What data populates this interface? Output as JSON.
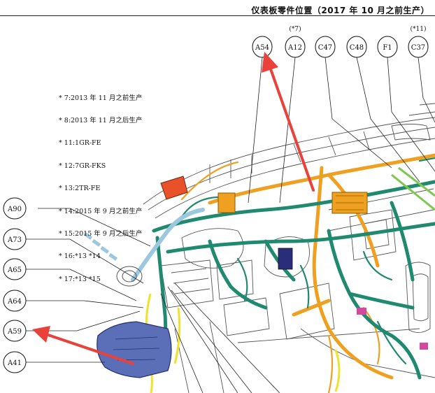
{
  "header": {
    "title": "仪表板零件位置（2017 年 10 月之前生产）"
  },
  "top_callouts": [
    {
      "id": "A54",
      "note": ""
    },
    {
      "id": "A12",
      "note": "(*7)"
    },
    {
      "id": "C47",
      "note": ""
    },
    {
      "id": "C48",
      "note": ""
    },
    {
      "id": "F1",
      "note": ""
    },
    {
      "id": "C37",
      "note": "(*11)"
    }
  ],
  "left_callouts": [
    {
      "id": "A90"
    },
    {
      "id": "A73"
    },
    {
      "id": "A65"
    },
    {
      "id": "A64"
    },
    {
      "id": "A59"
    },
    {
      "id": "A41"
    }
  ],
  "legend": [
    "* 7:2013 年 11 月之前生产",
    "* 8:2013 年 11 月之后生产",
    "* 11:1GR-FE",
    "* 12:7GR-FKS",
    "* 13:2TR-FE",
    "* 14:2015 年 9 月之前生产",
    "* 15:2015 年 9 月之后生产",
    "* 16:*13 *14",
    "* 17:*13 *15"
  ],
  "colors": {
    "harness_teal": "#1f8a70",
    "harness_orange": "#f0a020",
    "arrow_red": "#e8423a",
    "bracket_blue": "#5b6fb8",
    "panel_line": "#555555",
    "light_blue": "#9cc7e0",
    "yellow": "#f2e12a",
    "green_bright": "#7ec850"
  }
}
